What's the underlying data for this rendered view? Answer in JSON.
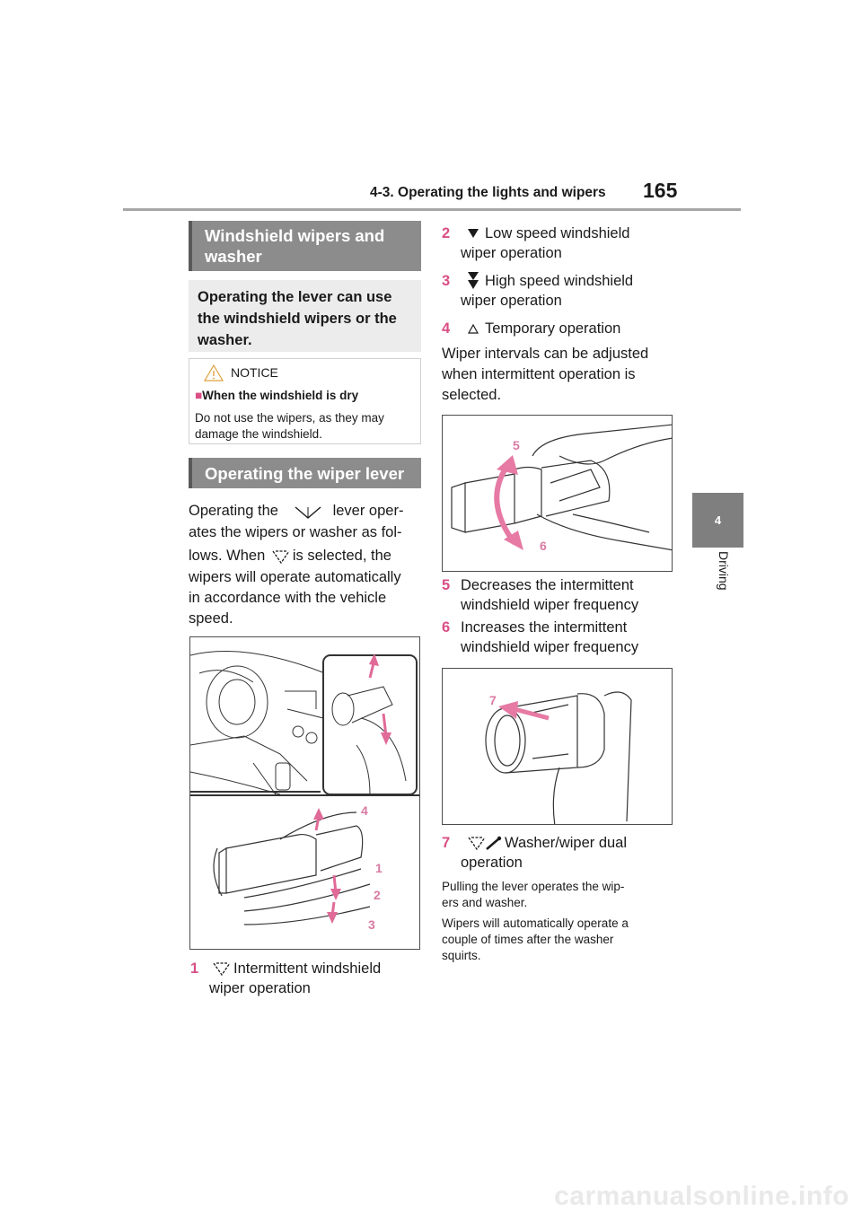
{
  "header": {
    "section_title": "4-3. Operating the lights and wipers",
    "page_number": "165"
  },
  "side_tab": {
    "chapter_number": "4",
    "chapter_label": "Driving"
  },
  "left": {
    "section1_title": "Windshield wipers and washer",
    "section1_lead": "Operating the lever can use the windshield wipers or the washer.",
    "notice": {
      "title": "NOTICE",
      "subtitle": "When the windshield is dry",
      "text": "Do not use the wipers, as they may damage the windshield."
    },
    "section2_title": "Operating the wiper lever",
    "para_line1_a": "Operating the",
    "para_line1_b": "lever oper-",
    "para_line2": "ates the wipers or washer as fol-",
    "para_line3_a": "lows. When",
    "para_line3_b": "is selected, the",
    "para_line4": "wipers will operate automatically",
    "para_line5": "in accordance with the vehicle",
    "para_line6": "speed.",
    "fig1_labels": [
      "4",
      "1",
      "2",
      "3"
    ],
    "item1": {
      "number": "1",
      "text_a": "Intermittent windshield",
      "text_b": "wiper operation"
    }
  },
  "right": {
    "item2": {
      "number": "2",
      "text_a": "Low speed windshield",
      "text_b": "wiper operation"
    },
    "item3": {
      "number": "3",
      "text_a": "High speed windshield",
      "text_b": "wiper operation"
    },
    "item4": {
      "number": "4",
      "text_a": "Temporary operation"
    },
    "intervals_line1": "Wiper intervals can be adjusted",
    "intervals_line2": "when intermittent operation is",
    "intervals_line3": "selected.",
    "fig2_labels": [
      "5",
      "6"
    ],
    "item5": {
      "number": "5",
      "text_a": "Decreases the intermittent",
      "text_b": "windshield wiper frequency"
    },
    "item6": {
      "number": "6",
      "text_a": "Increases the intermittent",
      "text_b": "windshield wiper frequency"
    },
    "fig3_labels": [
      "7"
    ],
    "item7": {
      "number": "7",
      "text_a": "Washer/wiper dual",
      "text_b": "operation"
    },
    "note1_line1": "Pulling the lever operates the wip-",
    "note1_line2": "ers and washer.",
    "note2_line1": "Wipers will automatically operate a",
    "note2_line2": "couple of times after the washer",
    "note2_line3": "squirts."
  },
  "watermark": "carmanualsonline.info",
  "colors": {
    "accent_pink": "#d94f86",
    "heading_gray": "#8c8c8c",
    "tab_gray": "#7f7f7f"
  }
}
